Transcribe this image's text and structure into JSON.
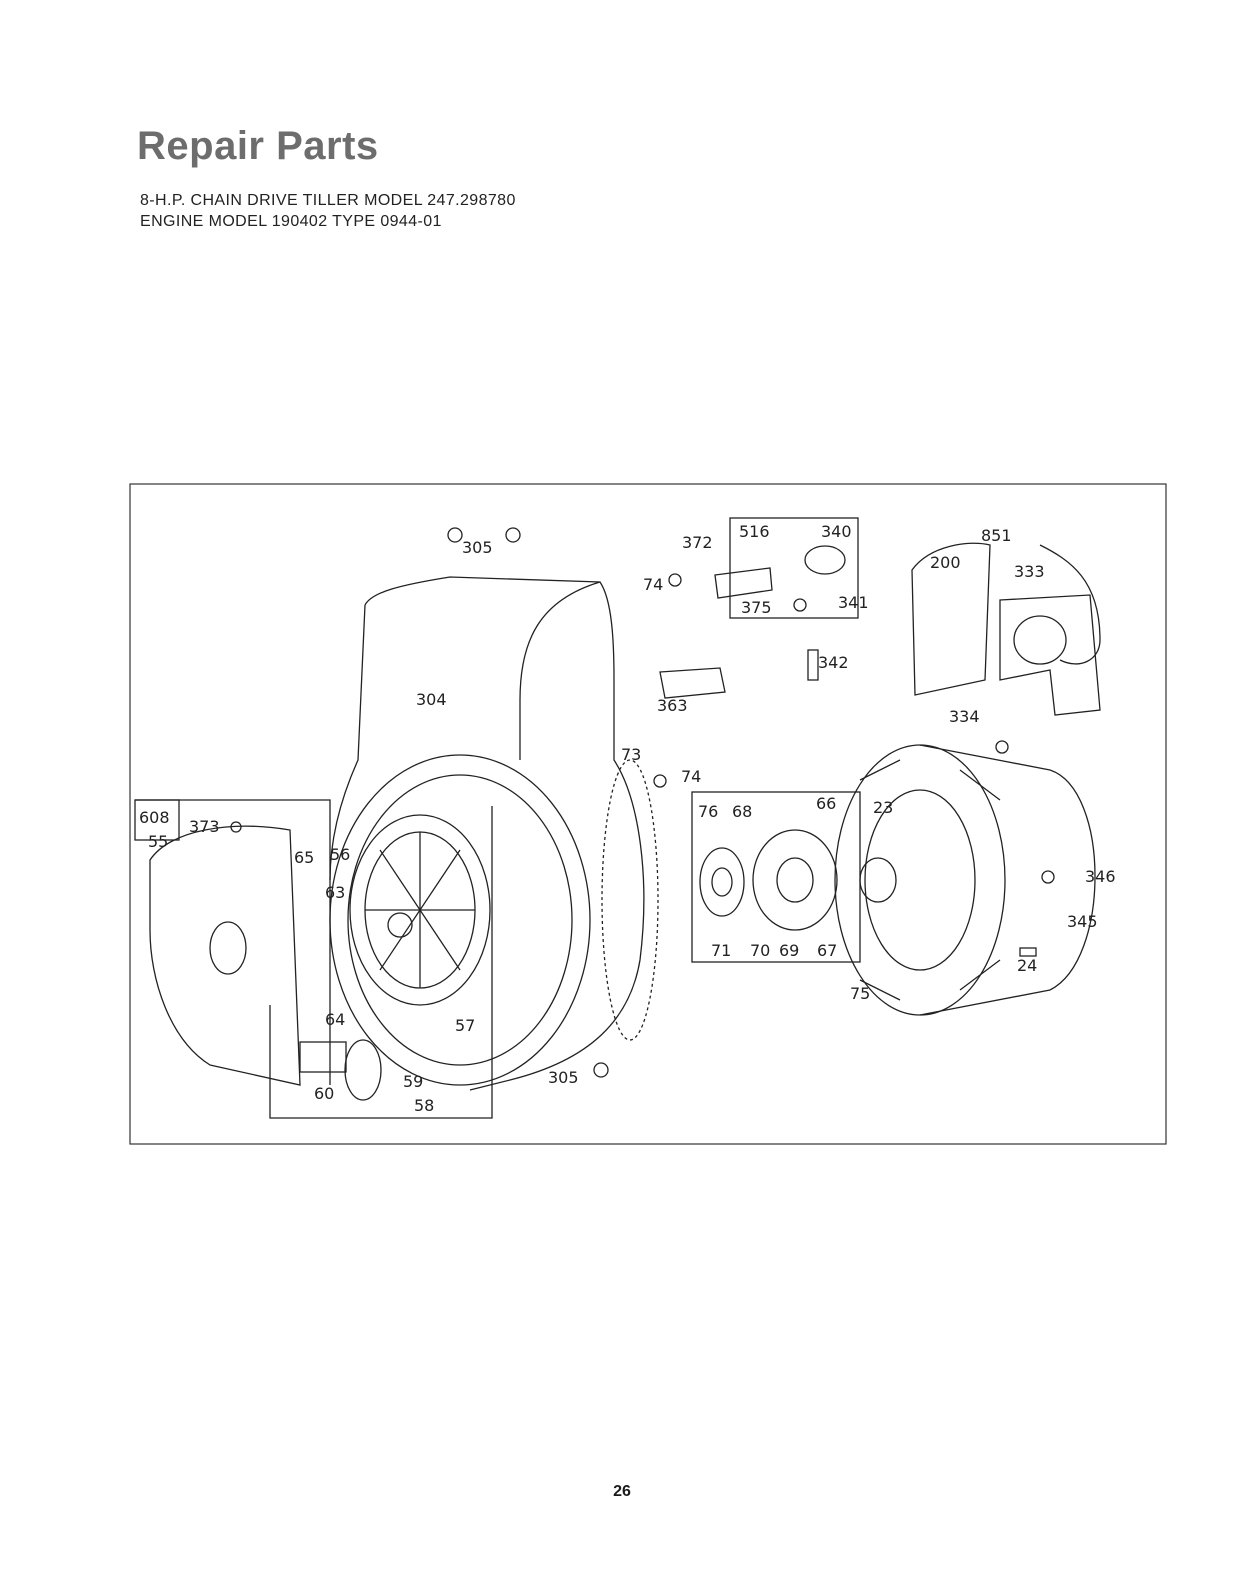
{
  "page": {
    "title": "Repair Parts",
    "subtitle_line1": "8-H.P. CHAIN DRIVE TILLER MODEL 247.298780",
    "subtitle_line2": "ENGINE MODEL 190402 TYPE 0944-01",
    "page_number": "26"
  },
  "callouts": {
    "c305a": "305",
    "c304": "304",
    "c372": "372",
    "c516": "516",
    "c340": "340",
    "c74a": "74",
    "c375": "375",
    "c341": "341",
    "c342": "342",
    "c363": "363",
    "c851": "851",
    "c200": "200",
    "c333": "333",
    "c334": "334",
    "c73": "73",
    "c74b": "74",
    "c608": "608",
    "c55": "55",
    "c373": "373",
    "c65": "65",
    "c56": "56",
    "c63": "63",
    "c64": "64",
    "c57": "57",
    "c60": "60",
    "c59": "59",
    "c58": "58",
    "c305b": "305",
    "c76": "76",
    "c68": "68",
    "c66": "66",
    "c23": "23",
    "c71": "71",
    "c70": "70",
    "c69": "69",
    "c67": "67",
    "c75": "75",
    "c346": "346",
    "c345": "345",
    "c24": "24"
  }
}
